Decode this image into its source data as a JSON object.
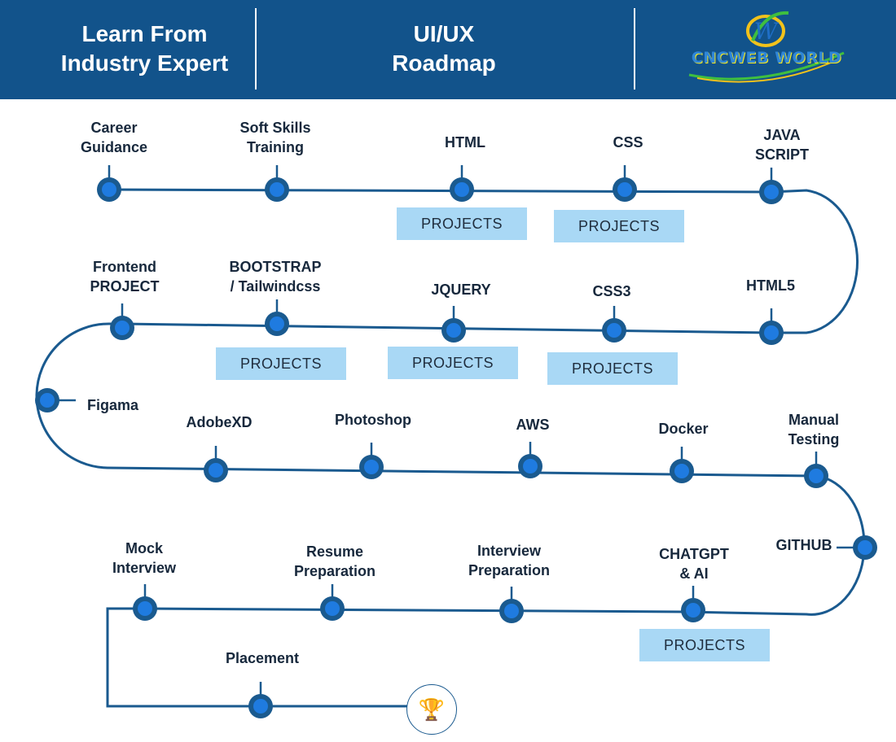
{
  "header": {
    "tagline_line1": "Learn From",
    "tagline_line2": "Industry Expert",
    "title_line1": "UI/UX",
    "title_line2": "Roadmap",
    "logo_text": "CNCWEB WORLD",
    "logo_mark": "W",
    "bg_color": "#12538b"
  },
  "colors": {
    "path": "#1a5a8f",
    "node": "#1f7be0",
    "project_box": "#a9d8f5"
  },
  "projects_label": "PROJECTS",
  "row1": [
    {
      "id": "career-guidance",
      "line1": "Career",
      "line2": "Guidance"
    },
    {
      "id": "soft-skills-training",
      "line1": "Soft Skills",
      "line2": "Training"
    },
    {
      "id": "html",
      "line1": "HTML",
      "line2": ""
    },
    {
      "id": "css",
      "line1": "CSS",
      "line2": ""
    },
    {
      "id": "java-script",
      "line1": "JAVA",
      "line2": "SCRIPT"
    }
  ],
  "row2": [
    {
      "id": "frontend-project",
      "line1": "Frontend",
      "line2": "PROJECT"
    },
    {
      "id": "bootstrap-tailwind",
      "line1": "BOOTSTRAP",
      "line2": "/ Tailwindcss"
    },
    {
      "id": "jquery",
      "line1": "JQUERY",
      "line2": ""
    },
    {
      "id": "css3",
      "line1": "CSS3",
      "line2": ""
    },
    {
      "id": "html5",
      "line1": "HTML5",
      "line2": ""
    }
  ],
  "row3": [
    {
      "id": "figama",
      "line1": "Figama",
      "line2": ""
    },
    {
      "id": "adobexd",
      "line1": "AdobeXD",
      "line2": ""
    },
    {
      "id": "photoshop",
      "line1": "Photoshop",
      "line2": ""
    },
    {
      "id": "aws",
      "line1": "AWS",
      "line2": ""
    },
    {
      "id": "docker",
      "line1": "Docker",
      "line2": ""
    },
    {
      "id": "manual-testing",
      "line1": "Manual",
      "line2": "Testing"
    }
  ],
  "row4": [
    {
      "id": "github",
      "line1": "GITHUB",
      "line2": ""
    },
    {
      "id": "mock-interview",
      "line1": "Mock",
      "line2": "Interview"
    },
    {
      "id": "resume-preparation",
      "line1": "Resume",
      "line2": "Preparation"
    },
    {
      "id": "interview-preparation",
      "line1": "Interview",
      "line2": "Preparation"
    },
    {
      "id": "chatgpt-ai",
      "line1": "CHATGPT",
      "line2": "& AI"
    }
  ],
  "row5": [
    {
      "id": "placement",
      "line1": "Placement",
      "line2": ""
    }
  ],
  "trophy_icon": "trophy"
}
